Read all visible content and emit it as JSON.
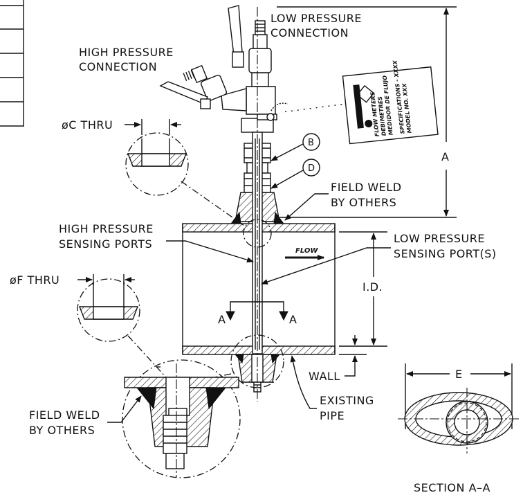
{
  "labels": {
    "low_pressure_connection": [
      "LOW PRESSURE",
      "CONNECTION"
    ],
    "high_pressure_connection": [
      "HIGH PRESSURE",
      "CONNECTION"
    ],
    "c_thru": "øC THRU",
    "f_thru": "øF THRU",
    "field_weld_upper": [
      "FIELD WELD",
      "BY OTHERS"
    ],
    "field_weld_lower": [
      "FIELD WELD",
      "BY OTHERS"
    ],
    "high_pressure_sensing_ports": [
      "HIGH PRESSURE",
      "SENSING PORTS"
    ],
    "low_pressure_sensing_ports": [
      "LOW PRESSURE",
      "SENSING PORT(S)"
    ],
    "flow": "FLOW",
    "id_dim": "I.D.",
    "a_dim": "A",
    "e_dim": "E",
    "wall": "WALL",
    "existing_pipe": [
      "EXISTING",
      "PIPE"
    ],
    "section_mark_left": "A",
    "section_mark_right": "A",
    "section_title": "SECTION A–A",
    "callout_b": "B",
    "callout_d": "D"
  }
}
